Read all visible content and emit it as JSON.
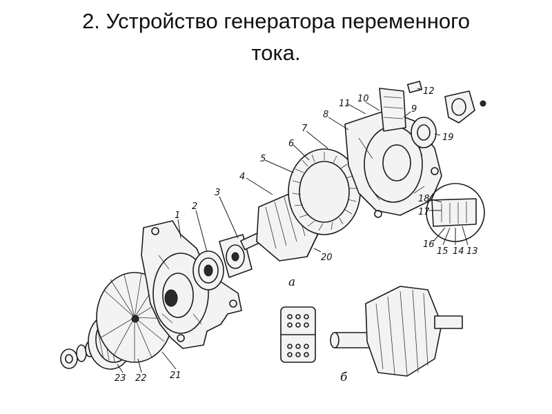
{
  "title": {
    "line1": "2. Устройство генератора переменного",
    "line2": "тока."
  },
  "diagram": {
    "callouts": [
      "1",
      "2",
      "3",
      "4",
      "5",
      "6",
      "7",
      "8",
      "9",
      "10",
      "11",
      "12",
      "13",
      "14",
      "15",
      "16",
      "17",
      "18",
      "19",
      "20",
      "21",
      "22",
      "23"
    ],
    "sub_labels": {
      "a": "а",
      "b": "б"
    }
  }
}
